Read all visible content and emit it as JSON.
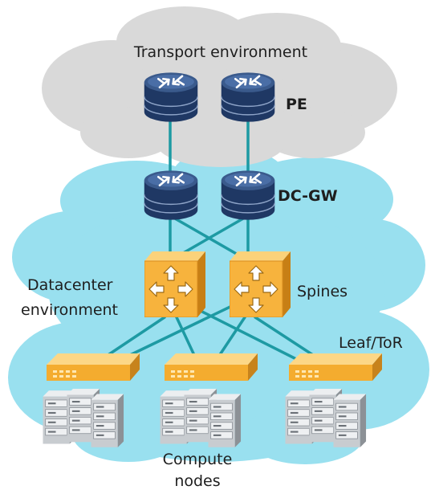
{
  "labels": {
    "transport": "Transport environment",
    "pe": "PE",
    "dcgw": "DC-GW",
    "datacenter_line1": "Datacenter",
    "datacenter_line2": "environment",
    "spines": "Spines",
    "leaf": "Leaf/ToR",
    "compute_line1": "Compute",
    "compute_line2": "nodes"
  },
  "colors": {
    "transport_cloud": "#d9d9d9",
    "datacenter_cloud": "#99e0ef",
    "link": "#1d9aa3",
    "router_body": "#1f3864",
    "switch_orange": "#f7b33d",
    "server_gray": "#c8ccd0"
  },
  "icons": {
    "router": "router-icon",
    "spine": "spine-switch-icon",
    "leaf": "leaf-switch-icon",
    "server": "server-stack-icon"
  }
}
